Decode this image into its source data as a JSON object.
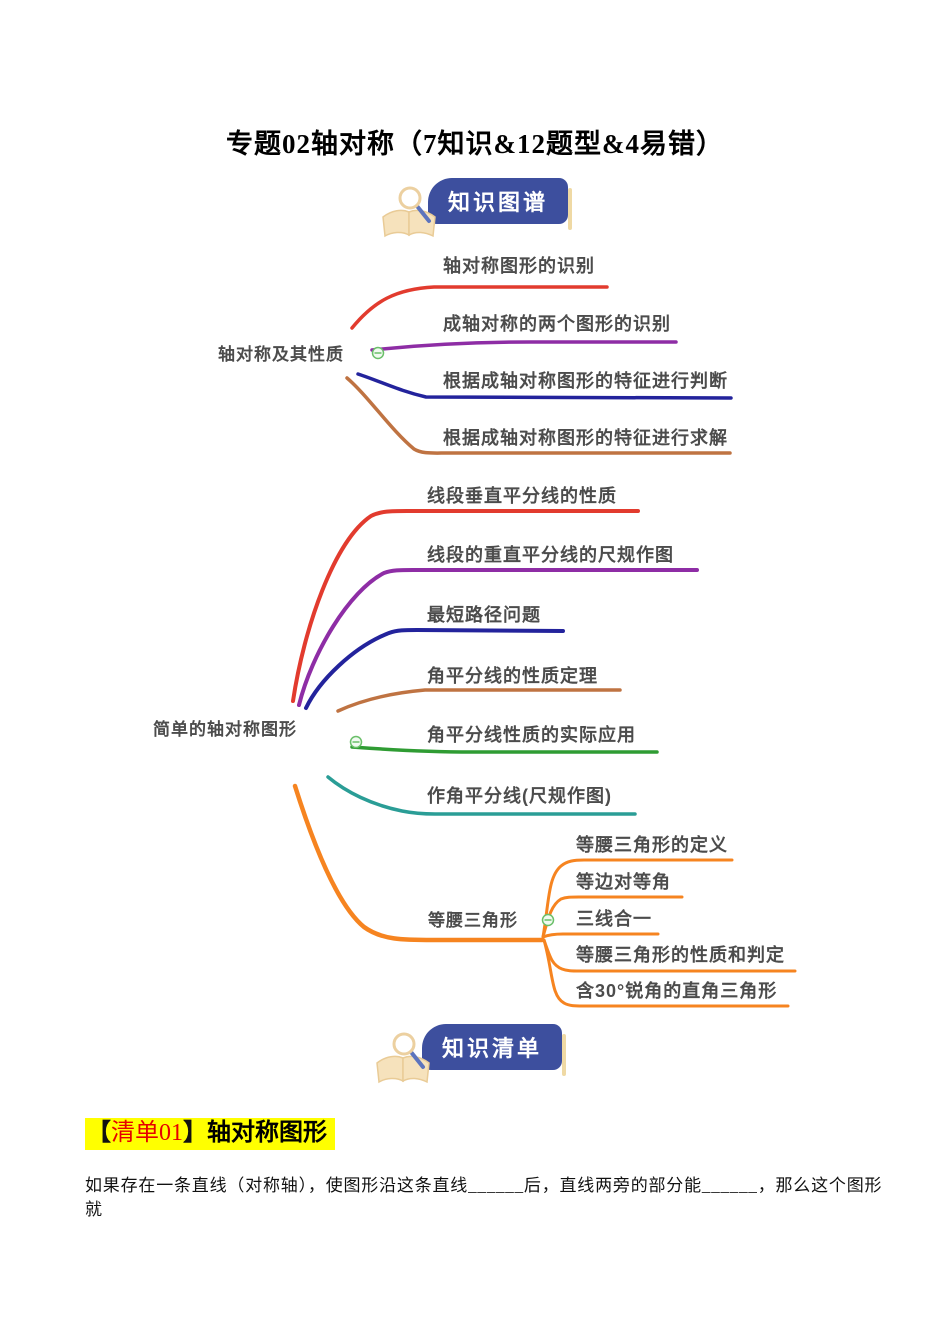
{
  "title": "专题02轴对称（7知识&12题型&4易错）",
  "banners": {
    "knowledge_map": "知识图谱",
    "knowledge_list": "知识清单"
  },
  "mindmap": {
    "sections": [
      {
        "label": "轴对称及其性质",
        "children": [
          "轴对称图形的识别",
          "成轴对称的两个图形的识别",
          "根据成轴对称图形的特征进行判断",
          "根据成轴对称图形的特征进行求解"
        ]
      },
      {
        "label": "简单的轴对称图形",
        "children": [
          "线段垂直平分线的性质",
          "线段的重直平分线的尺规作图",
          "最短路径问题",
          "角平分线的性质定理",
          "角平分线性质的实际应用",
          "作角平分线(尺规作图)"
        ]
      },
      {
        "label": "等腰三角形",
        "children": [
          "等腰三角形的定义",
          "等边对等角",
          "三线合一",
          "等腰三角形的性质和判定",
          "含30°锐角的直角三角形"
        ]
      }
    ]
  },
  "colors": {
    "banner_blue": "#3d4f9e",
    "line_red": "#e23b2e",
    "line_purple": "#8e2da5",
    "line_navy": "#23239c",
    "line_brown": "#bf7342",
    "line_green": "#2f9c33",
    "line_teal": "#2a9d96",
    "line_orange": "#f68420",
    "label_gray": "#4c4c4c",
    "highlight_yellow": "#ffff00",
    "heading_red": "#e60000"
  },
  "checklist_heading": {
    "bracket_open": "【",
    "tag": "清单01",
    "bracket_close": "】",
    "title": "轴对称图形"
  },
  "paragraph": "如果存在一条直线（对称轴），使图形沿这条直线______后，直线两旁的部分能______，那么这个图形就"
}
